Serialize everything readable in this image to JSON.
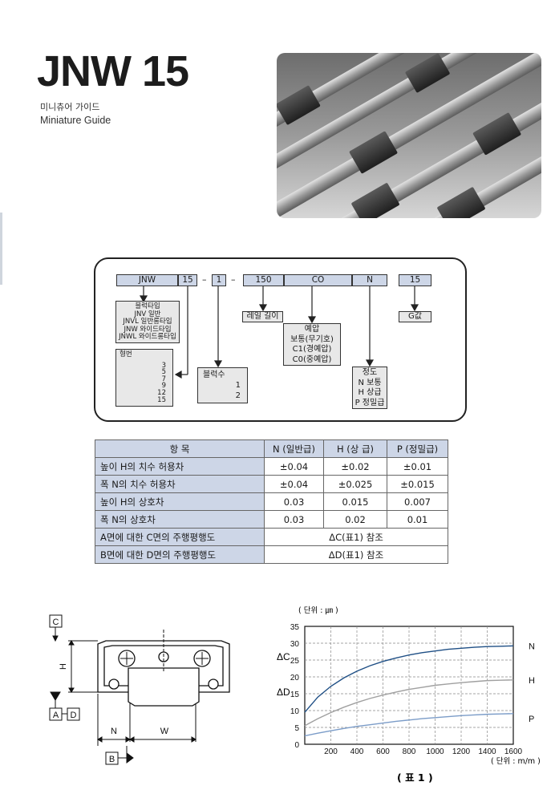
{
  "header": {
    "title": "JNW 15",
    "subtitle_ko": "미니츄어 가이드",
    "subtitle_en": "Miniature Guide"
  },
  "order_code": {
    "cells": [
      "JNW",
      "15",
      "1",
      "150",
      "CO",
      "N",
      "15"
    ],
    "rail_length_label": "레일 길이",
    "g_label": "G값",
    "block_types": [
      "블럭타입",
      "JNV 일반",
      "JNVL 일반롱타입",
      "JNW 와이드타입",
      "JNWL 와이드롱타입"
    ],
    "model_label": "형번",
    "model_sizes": [
      "3",
      "5",
      "7",
      "9",
      "12",
      "15"
    ],
    "block_count_label": "블럭수",
    "block_counts": [
      "1",
      "2"
    ],
    "preload_lines": [
      "예압",
      "보통(무기호)",
      "C1(경예압)",
      "C0(중예압)"
    ],
    "accuracy_lines": [
      "정도",
      "N 보통",
      "H 상급",
      "P 정밀급"
    ]
  },
  "spec_table": {
    "headers": [
      "항  목",
      "N (일반급)",
      "H (상 급)",
      "P (정밀급)"
    ],
    "rows": [
      [
        "높이 H의 치수 허용차",
        "±0.04",
        "±0.02",
        "±0.01"
      ],
      [
        "폭 N의 치수 허용차",
        "±0.04",
        "±0.025",
        "±0.015"
      ],
      [
        "높이 H의 상호차",
        "0.03",
        "0.015",
        "0.007"
      ],
      [
        "폭 N의 상호차",
        "0.03",
        "0.02",
        "0.01"
      ]
    ],
    "merged_rows": [
      [
        "A면에 대한 C면의 주행평행도",
        "ΔC(표1) 참조"
      ],
      [
        "B면에 대한 D면의 주행평행도",
        "ΔD(표1) 참조"
      ]
    ]
  },
  "drawing": {
    "labels": [
      "C",
      "H",
      "A",
      "D",
      "N",
      "W",
      "B"
    ]
  },
  "chart_data": {
    "type": "line",
    "unit_top": "( 단위 : ㎛ )",
    "unit_bottom": "( 단위 : m/m )",
    "ylabels_left": [
      "ΔC",
      "ΔD"
    ],
    "caption": "( 표 1 )",
    "xlim": [
      0,
      1600
    ],
    "ylim": [
      0,
      35
    ],
    "x_ticks": [
      200,
      400,
      600,
      800,
      1000,
      1200,
      1400,
      1600
    ],
    "y_ticks": [
      0,
      5,
      10,
      15,
      20,
      25,
      30,
      35
    ],
    "grid": true,
    "x": [
      0,
      100,
      200,
      300,
      400,
      500,
      600,
      700,
      800,
      900,
      1000,
      1100,
      1200,
      1300,
      1400,
      1500,
      1600
    ],
    "series": [
      {
        "name": "N",
        "color": "#1f4f85",
        "values": [
          9.5,
          14,
          17.2,
          19.7,
          21.7,
          23.3,
          24.6,
          25.6,
          26.5,
          27.2,
          27.7,
          28.2,
          28.5,
          28.8,
          29,
          29.1,
          29.2
        ]
      },
      {
        "name": "H",
        "color": "#a0a0a0",
        "values": [
          5.5,
          7.6,
          9.4,
          11,
          12.4,
          13.6,
          14.6,
          15.5,
          16.3,
          16.9,
          17.5,
          17.9,
          18.3,
          18.6,
          18.9,
          19,
          19.1
        ]
      },
      {
        "name": "P",
        "color": "#7b9cc8",
        "values": [
          2.5,
          3.3,
          4,
          4.7,
          5.3,
          5.8,
          6.3,
          6.8,
          7.2,
          7.6,
          7.9,
          8.2,
          8.5,
          8.7,
          8.9,
          9,
          9.1
        ]
      }
    ]
  }
}
